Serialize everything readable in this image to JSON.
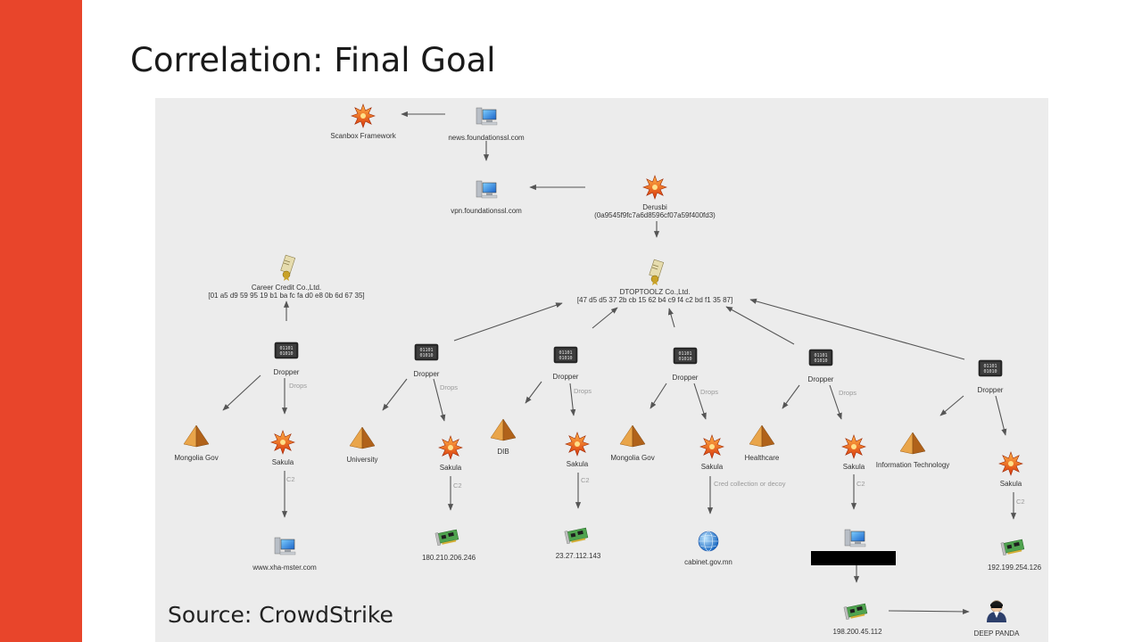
{
  "slide": {
    "title": "Correlation: Final Goal",
    "source": "Source: CrowdStrike",
    "accent_color": "#e8452b"
  },
  "diagram": {
    "nodes": [
      {
        "id": "scanbox",
        "icon": "malware-icon",
        "label": "Scanbox Framework"
      },
      {
        "id": "news",
        "icon": "host-icon",
        "label": "news.foundationssl.com"
      },
      {
        "id": "vpn",
        "icon": "host-icon",
        "label": "vpn.foundationssl.com"
      },
      {
        "id": "derusbi",
        "icon": "malware-icon",
        "label": "Derusbi",
        "sublabel": "(0a9545f9fc7a6d8596cf07a59f400fd3)"
      },
      {
        "id": "career",
        "icon": "certificate-icon",
        "label": "Career Credit Co.,Ltd.",
        "sublabel": "[01 a5 d9 59 95 19 b1 ba fc fa d0 e8 0b 6d 67 35]"
      },
      {
        "id": "dtoptoolz",
        "icon": "certificate-icon",
        "label": "DTOPTOOLZ Co.,Ltd.",
        "sublabel": "[47 d5 d5 37 2b cb 15 62 b4 c9 f4 c2 bd f1 35 87]"
      },
      {
        "id": "dropper1",
        "icon": "binary-icon",
        "label": "Dropper"
      },
      {
        "id": "dropper2",
        "icon": "binary-icon",
        "label": "Dropper"
      },
      {
        "id": "dropper3",
        "icon": "binary-icon",
        "label": "Dropper"
      },
      {
        "id": "dropper4",
        "icon": "binary-icon",
        "label": "Dropper"
      },
      {
        "id": "dropper5",
        "icon": "binary-icon",
        "label": "Dropper"
      },
      {
        "id": "dropper6",
        "icon": "binary-icon",
        "label": "Dropper"
      },
      {
        "id": "mongolia1",
        "icon": "target-pyramid-icon",
        "label": "Mongolia Gov"
      },
      {
        "id": "sakula1",
        "icon": "malware-icon",
        "label": "Sakula"
      },
      {
        "id": "university",
        "icon": "target-pyramid-icon",
        "label": "University"
      },
      {
        "id": "sakula2",
        "icon": "malware-icon",
        "label": "Sakula"
      },
      {
        "id": "dib",
        "icon": "target-pyramid-icon",
        "label": "DIB"
      },
      {
        "id": "sakula3",
        "icon": "malware-icon",
        "label": "Sakula"
      },
      {
        "id": "mongolia2",
        "icon": "target-pyramid-icon",
        "label": "Mongolia Gov"
      },
      {
        "id": "sakula4",
        "icon": "malware-icon",
        "label": "Sakula"
      },
      {
        "id": "healthcare",
        "icon": "target-pyramid-icon",
        "label": "Healthcare"
      },
      {
        "id": "sakula5",
        "icon": "malware-icon",
        "label": "Sakula"
      },
      {
        "id": "infotech",
        "icon": "target-pyramid-icon",
        "label": "Information Technology"
      },
      {
        "id": "sakula6",
        "icon": "malware-icon",
        "label": "Sakula"
      },
      {
        "id": "xha",
        "icon": "host-icon",
        "label": "www.xha-mster.com"
      },
      {
        "id": "ip1",
        "icon": "network-card-icon",
        "label": "180.210.206.246"
      },
      {
        "id": "ip2",
        "icon": "network-card-icon",
        "label": "23.27.112.143"
      },
      {
        "id": "cabinet",
        "icon": "globe-icon",
        "label": "cabinet.gov.mn"
      },
      {
        "id": "redacted",
        "icon": "host-icon",
        "label": ""
      },
      {
        "id": "ip4",
        "icon": "network-card-icon",
        "label": "192.199.254.126"
      },
      {
        "id": "ip3",
        "icon": "network-card-icon",
        "label": "198.200.45.112"
      },
      {
        "id": "deeppanda",
        "icon": "actor-icon",
        "label": "DEEP PANDA"
      }
    ],
    "edges": [
      {
        "from": "news",
        "to": "scanbox",
        "label": ""
      },
      {
        "from": "news",
        "to": "vpn",
        "label": ""
      },
      {
        "from": "derusbi",
        "to": "vpn",
        "label": ""
      },
      {
        "from": "derusbi",
        "to": "dtoptoolz",
        "label": ""
      },
      {
        "from": "dropper1",
        "to": "career",
        "label": ""
      },
      {
        "from": "dropper2",
        "to": "dtoptoolz",
        "label": ""
      },
      {
        "from": "dropper3",
        "to": "dtoptoolz",
        "label": ""
      },
      {
        "from": "dropper4",
        "to": "dtoptoolz",
        "label": ""
      },
      {
        "from": "dropper5",
        "to": "dtoptoolz",
        "label": ""
      },
      {
        "from": "dropper6",
        "to": "dtoptoolz",
        "label": ""
      },
      {
        "from": "dropper1",
        "to": "mongolia1",
        "label": ""
      },
      {
        "from": "dropper1",
        "to": "sakula1",
        "label": "Drops"
      },
      {
        "from": "dropper2",
        "to": "university",
        "label": ""
      },
      {
        "from": "dropper2",
        "to": "sakula2",
        "label": "Drops"
      },
      {
        "from": "dropper3",
        "to": "dib",
        "label": ""
      },
      {
        "from": "dropper3",
        "to": "sakula3",
        "label": "Drops"
      },
      {
        "from": "dropper4",
        "to": "mongolia2",
        "label": ""
      },
      {
        "from": "dropper4",
        "to": "sakula4",
        "label": "Drops"
      },
      {
        "from": "dropper5",
        "to": "healthcare",
        "label": ""
      },
      {
        "from": "dropper5",
        "to": "sakula5",
        "label": "Drops"
      },
      {
        "from": "dropper6",
        "to": "infotech",
        "label": ""
      },
      {
        "from": "dropper6",
        "to": "sakula6",
        "label": ""
      },
      {
        "from": "sakula1",
        "to": "xha",
        "label": "C2"
      },
      {
        "from": "sakula2",
        "to": "ip1",
        "label": "C2"
      },
      {
        "from": "sakula3",
        "to": "ip2",
        "label": "C2"
      },
      {
        "from": "sakula4",
        "to": "cabinet",
        "label": "Cred collection or decoy"
      },
      {
        "from": "sakula5",
        "to": "redacted",
        "label": "C2"
      },
      {
        "from": "sakula6",
        "to": "ip4",
        "label": "C2"
      },
      {
        "from": "redacted",
        "to": "ip3",
        "label": ""
      },
      {
        "from": "ip3",
        "to": "deeppanda",
        "label": ""
      }
    ]
  }
}
